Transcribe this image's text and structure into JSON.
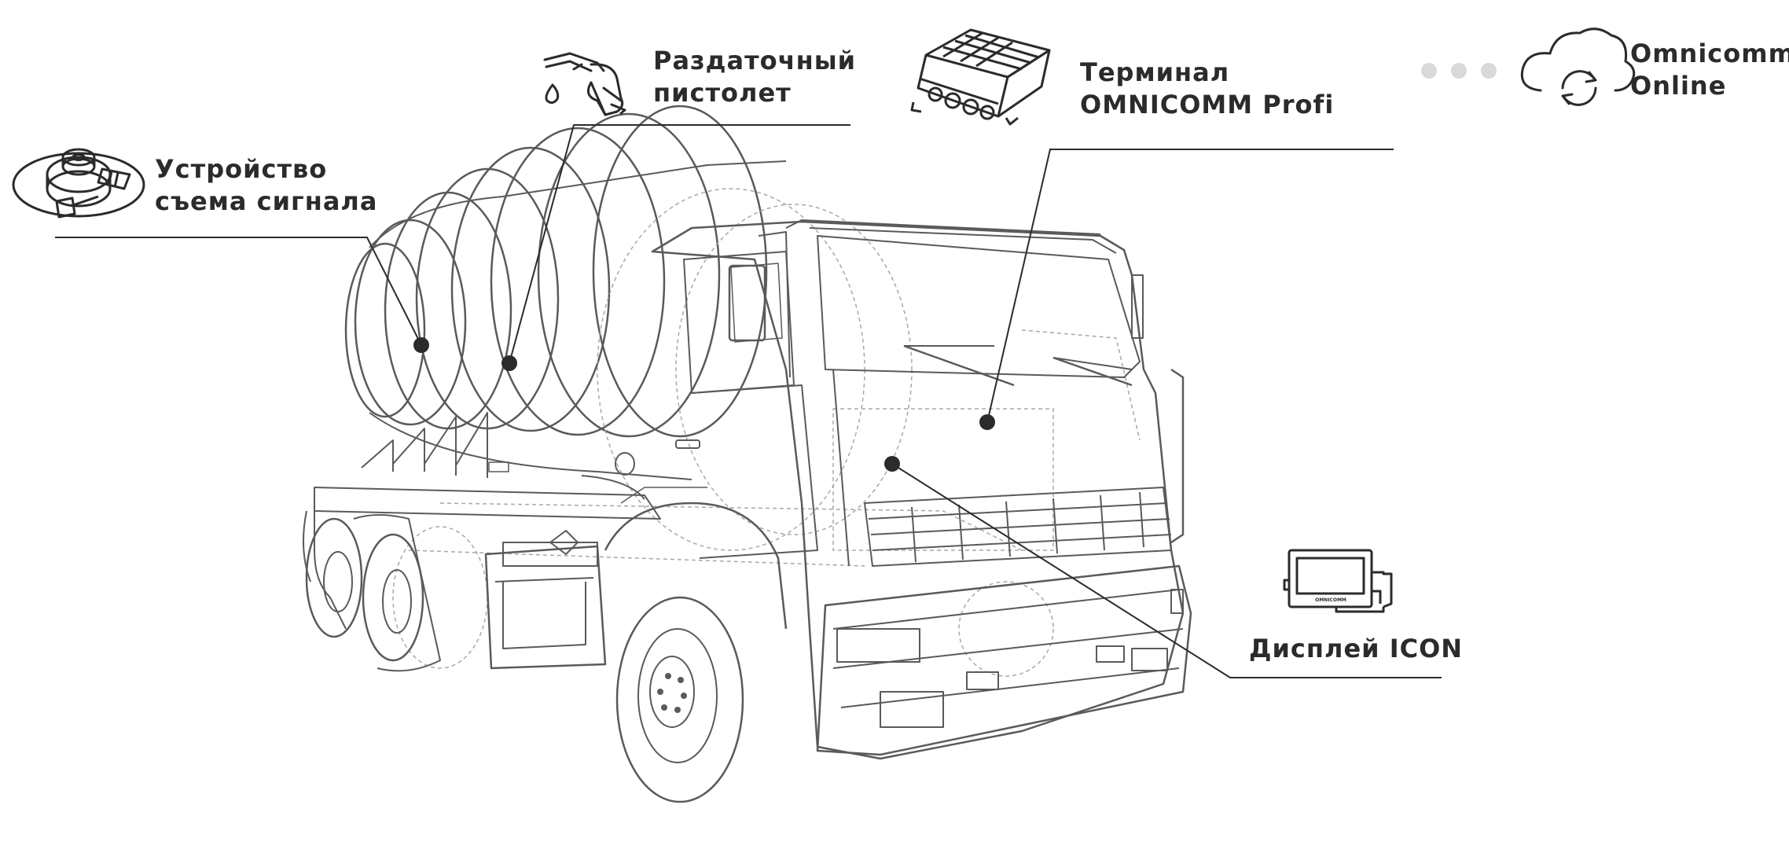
{
  "components": {
    "signal_device": {
      "line1": "Устройство",
      "line2": "съема сигнала",
      "icon": "signal-pickup-reel-icon"
    },
    "dispensing_nozzle": {
      "line1": "Раздаточный",
      "line2": "пистолет",
      "icon": "fuel-nozzle-icon"
    },
    "terminal": {
      "line1": "Терминал",
      "line2": "OMNICOMM Profi",
      "icon": "terminal-device-icon"
    },
    "online": {
      "line1": "Omnicomm",
      "line2": "Online",
      "icon": "cloud-sync-icon"
    },
    "display": {
      "line1": "Дисплей ICON",
      "icon": "display-monitor-icon",
      "screen_brand": "OMNICOMM"
    }
  },
  "colors": {
    "line": "#2b2b2b",
    "sketch": "#555555",
    "sketch_light": "#9a9a9a",
    "dots": "#d9d9d9",
    "text": "#2b2b2b"
  }
}
